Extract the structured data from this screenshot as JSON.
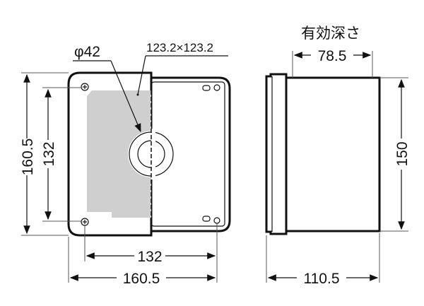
{
  "labels": {
    "hole_diameter": "φ42",
    "opening_size": "123.2×123.2",
    "effective_depth_label": "有効深さ",
    "effective_depth": "78.5",
    "height_side": "150",
    "outer_height": "160.5",
    "inner_height": "132",
    "inner_width": "132",
    "outer_width": "160.5",
    "depth": "110.5"
  },
  "colors": {
    "line": "#111111",
    "fill_gray": "#cfcfcf"
  }
}
